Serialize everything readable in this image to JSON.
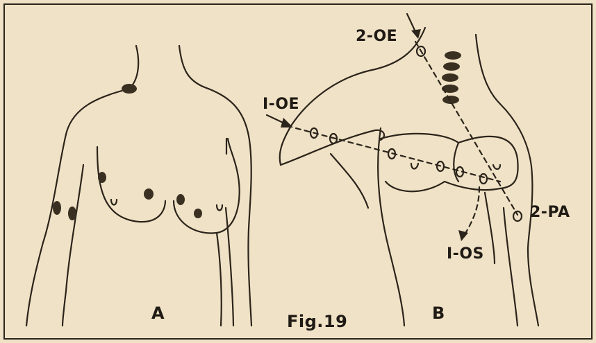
{
  "figure": {
    "caption": "Fig.19",
    "panel_a_label": "A",
    "panel_b_label": "B",
    "labels": {
      "oe1": "I-OE",
      "oe2": "2-OE",
      "pa2": "2-PA",
      "os1": "I-OS"
    }
  }
}
